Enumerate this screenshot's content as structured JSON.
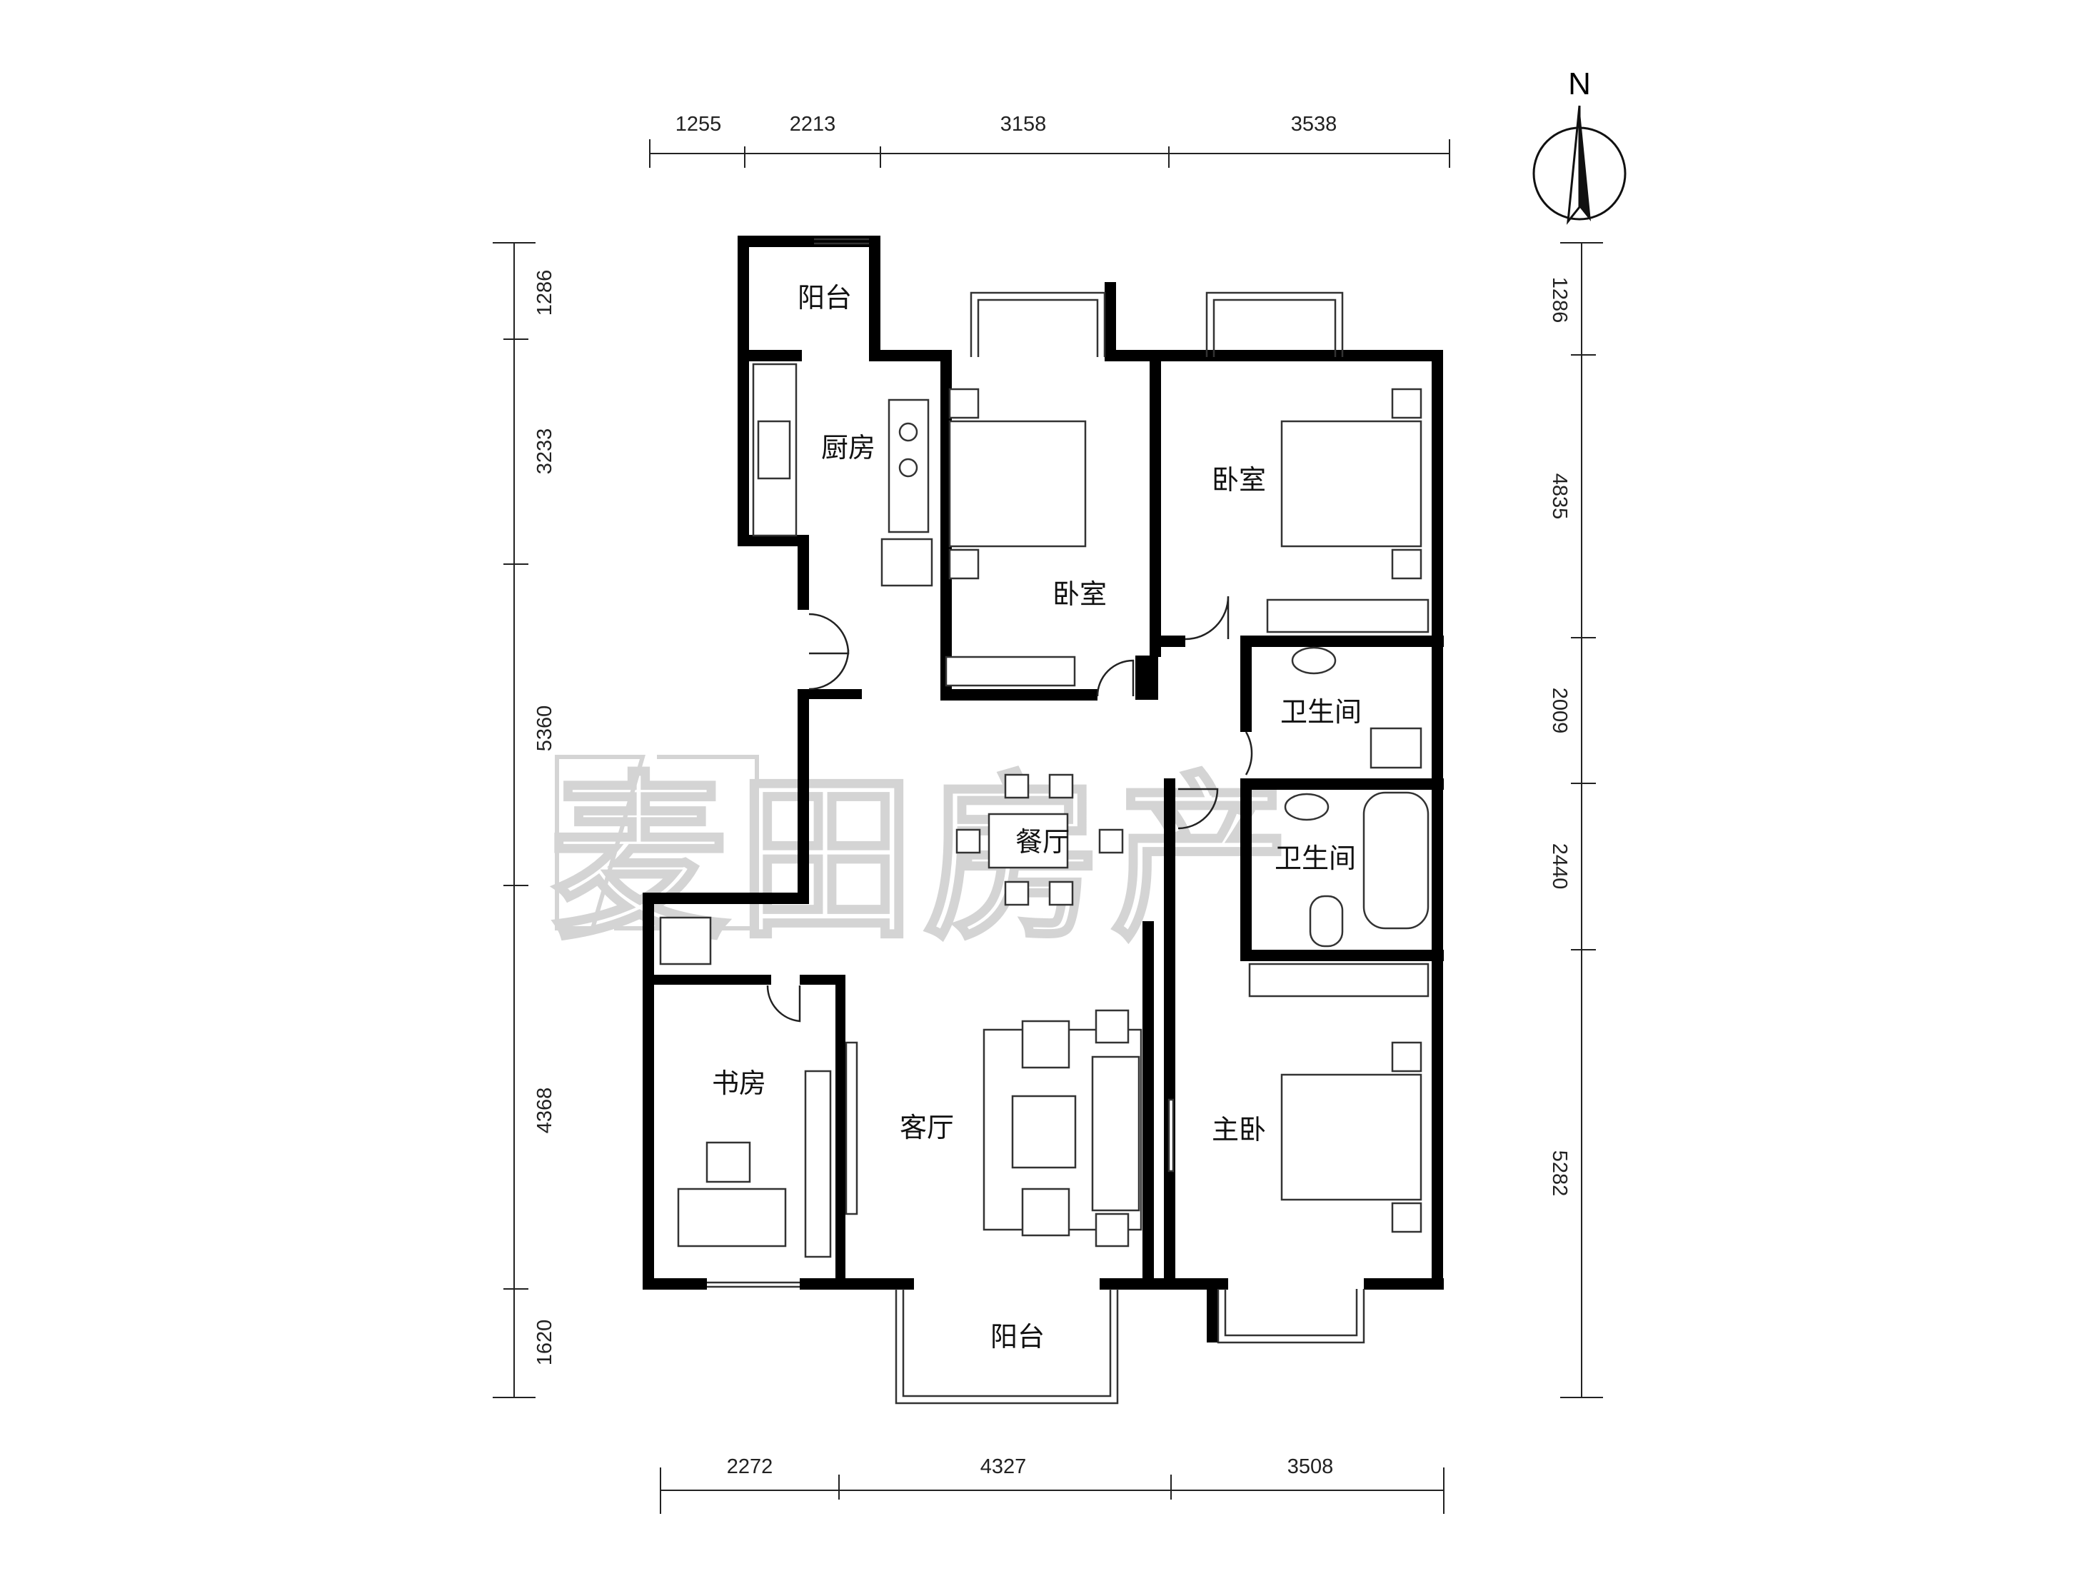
{
  "dimensions": {
    "top": [
      "1255",
      "2213",
      "3158",
      "3538"
    ],
    "bottom": [
      "2272",
      "4327",
      "3508"
    ],
    "left": [
      "1286",
      "3233",
      "5360",
      "4368",
      "1620"
    ],
    "right": [
      "1286",
      "4835",
      "2009",
      "2440",
      "5282"
    ]
  },
  "rooms": {
    "balcony_north": "阳台",
    "kitchen": "厨房",
    "bedroom_1": "卧室",
    "bedroom_2": "卧室",
    "bathroom_1": "卫生间",
    "bathroom_2": "卫生间",
    "dining": "餐厅",
    "study": "书房",
    "living": "客厅",
    "master_bedroom": "主卧",
    "balcony_south": "阳台"
  },
  "compass": {
    "label": "N"
  },
  "watermark": {
    "text": "麦田房产"
  },
  "colors": {
    "wall": "#000000",
    "line": "#333333",
    "watermark": "#d4d4d4"
  }
}
